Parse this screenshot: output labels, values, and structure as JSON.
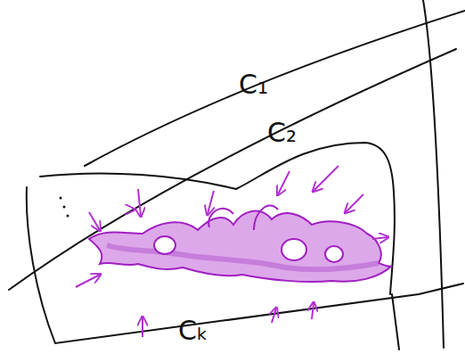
{
  "diagram": {
    "labels": [
      "C₁",
      "C₂",
      "Cₖ"
    ]
  }
}
